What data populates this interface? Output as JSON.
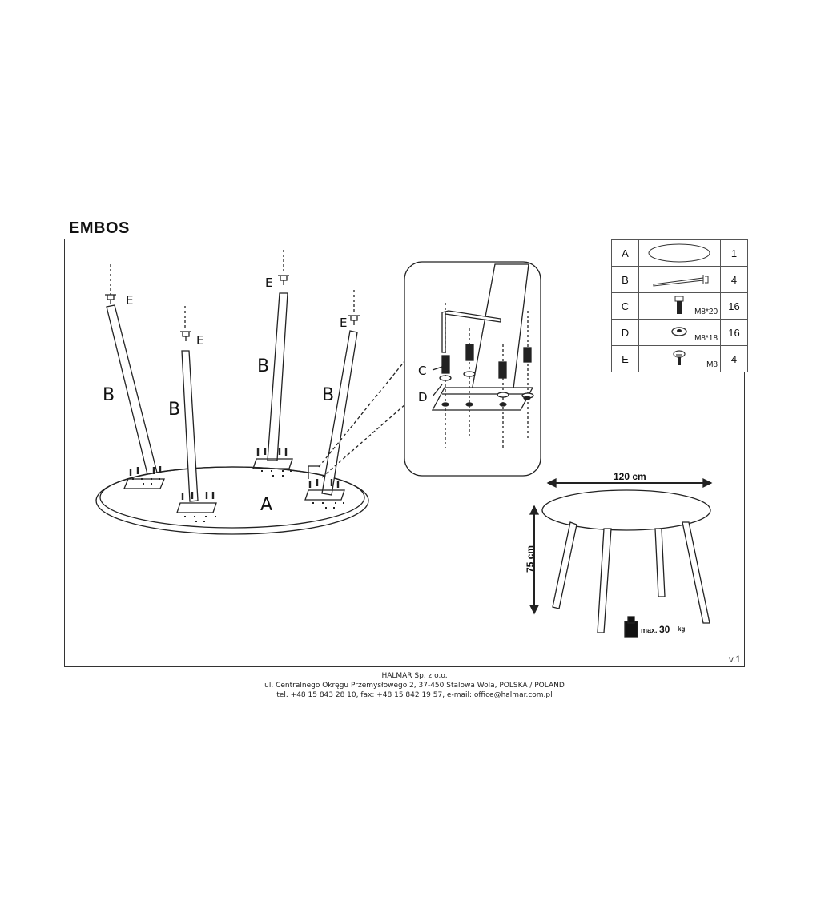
{
  "title": "EMBOS",
  "version": "v.1",
  "labels": {
    "top": "A",
    "leg": "B",
    "screw": "C",
    "washer": "D",
    "glide": "E"
  },
  "parts": [
    {
      "letter": "A",
      "size": "",
      "qty": "1",
      "icon": "tabletop-icon"
    },
    {
      "letter": "B",
      "size": "",
      "qty": "4",
      "icon": "leg-icon"
    },
    {
      "letter": "C",
      "size": "M8*20",
      "qty": "16",
      "icon": "screw-icon"
    },
    {
      "letter": "D",
      "size": "M8*18",
      "qty": "16",
      "icon": "washer-icon"
    },
    {
      "letter": "E",
      "size": "M8",
      "qty": "4",
      "icon": "glide-icon"
    }
  ],
  "dimensions": {
    "width": "120 cm",
    "height": "75 cm",
    "load_prefix": "max.",
    "load_value": "30",
    "load_unit": "kg"
  },
  "footer": {
    "line1": "HALMAR Sp. z o.o.",
    "line2": "ul. Centralnego Okręgu Przemysłowego 2, 37-450 Stalowa Wola, POLSKA / POLAND",
    "line3": "tel. +48 15 843 28 10, fax: +48 15 842 19 57, e-mail: office@halmar.com.pl"
  }
}
